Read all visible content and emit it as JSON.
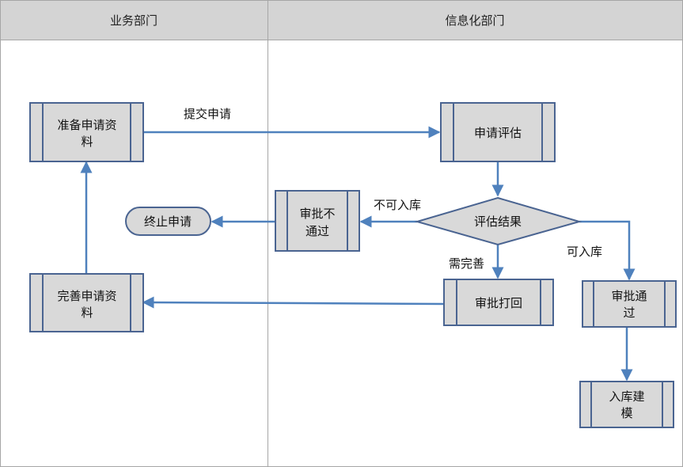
{
  "lanes": [
    {
      "title": "业务部门"
    },
    {
      "title": "信息化部门"
    }
  ],
  "nodes": {
    "prepare": {
      "lines": [
        "准备申请资",
        "料"
      ]
    },
    "evaluate": {
      "lines": [
        "申请评估"
      ]
    },
    "decision": {
      "lines": [
        "评估结果"
      ]
    },
    "reject": {
      "lines": [
        "审批不",
        "通过"
      ]
    },
    "terminate": {
      "lines": [
        "终止申请"
      ]
    },
    "improve": {
      "lines": [
        "完善申请资",
        "料"
      ]
    },
    "return": {
      "lines": [
        "审批打回"
      ]
    },
    "approve": {
      "lines": [
        "审批通",
        "过"
      ]
    },
    "model": {
      "lines": [
        "入库建",
        "模"
      ]
    }
  },
  "edges": {
    "submit": {
      "label": "提交申请"
    },
    "not_allowed": {
      "label": "不可入库"
    },
    "allowed": {
      "label": "可入库"
    },
    "needs_fix": {
      "label": "需完善"
    }
  },
  "colors": {
    "lane_header": "#d4d4d4",
    "lane_border": "#a6a6a6",
    "node_fill": "#d9d9d9",
    "node_stroke": "#4a6491",
    "arrow": "#4f81bd"
  }
}
